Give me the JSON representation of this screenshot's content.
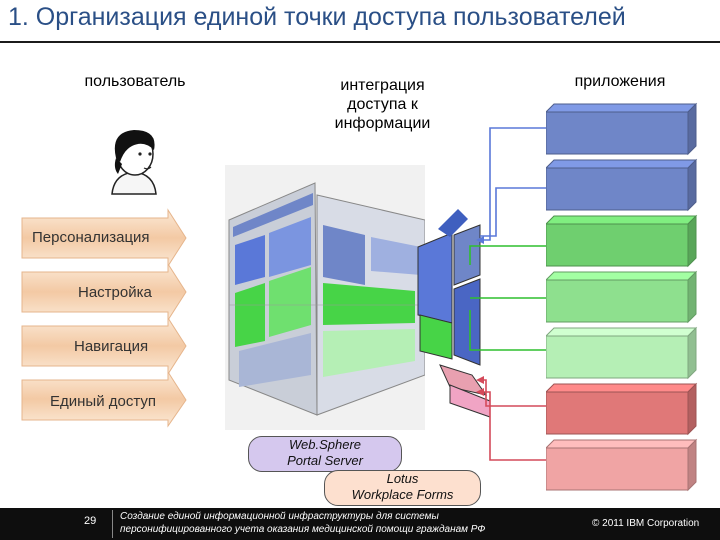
{
  "title": "1. Организация единой точки доступа пользователей",
  "columns": {
    "user": "пользователь",
    "integration_lines": [
      "интеграция",
      "доступа к",
      "информации"
    ],
    "apps": "приложения"
  },
  "functions": [
    "Персонализация",
    "Настройка",
    "Навигация",
    "Единый доступ"
  ],
  "products": {
    "websphere_lines": [
      "Web.Sphere",
      "Portal Server"
    ],
    "lotus_lines": [
      "Lotus",
      "Workplace Forms"
    ]
  },
  "app_colors": [
    "#6f86c8",
    "#6f86c8",
    "#6fcf6f",
    "#8ee08e",
    "#b5efb5",
    "#e07878",
    "#f0a4a4"
  ],
  "footer": {
    "page": "29",
    "text_line1": "Создание единой информационной инфраструктуры для системы",
    "text_line2": "персонифицированного учета оказания медицинской помощи гражданам РФ",
    "copyright": "© 2011 IBM Corporation"
  }
}
